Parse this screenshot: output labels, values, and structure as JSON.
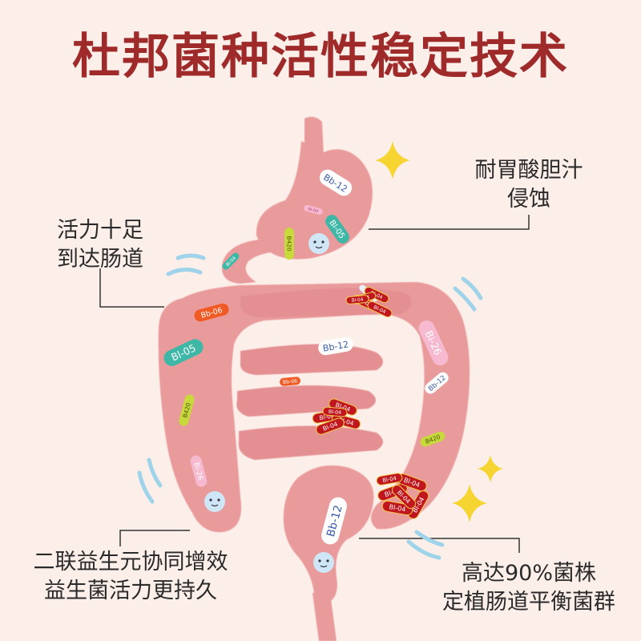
{
  "title": "杜邦菌种活性稳定技术",
  "callouts": [
    {
      "lines": [
        "耐胃酸胆汁",
        "侵蚀"
      ]
    },
    {
      "lines": [
        "活力十足",
        "到达肠道"
      ]
    },
    {
      "lines": [
        "二联益生元协同增效",
        "益生菌活力更持久"
      ]
    },
    {
      "lines": [
        "高达90%菌株",
        "定植肠道平衡菌群"
      ]
    }
  ],
  "colors": {
    "background": "#fcefea",
    "title": "#9e2a2a",
    "intestine": "#e99a9a",
    "intestine_dark": "#d97f82"
  },
  "bacteria": [
    {
      "label": "Bb-12",
      "color": "#ffffff",
      "text": "#3a5ba8"
    },
    {
      "label": "Bi-04",
      "color": "#f6b9d0",
      "text": "#b04070"
    },
    {
      "label": "Bl-05",
      "color": "#3fb7a7",
      "text": "#ffffff"
    },
    {
      "label": "B420",
      "color": "#c9d83a",
      "text": "#4a5a10"
    },
    {
      "label": "Bl-04",
      "color": "#3fb7a7",
      "text": "#ffffff"
    },
    {
      "label": "Bb-06",
      "color": "#f05a24",
      "text": "#ffffff"
    },
    {
      "label": "Bl-05",
      "color": "#e8eef6",
      "text": "#3a5ba8"
    },
    {
      "label": "Bi-26",
      "color": "#f6b9d0",
      "text": "#ffffff"
    },
    {
      "label": "Bb-12",
      "color": "#ffffff",
      "text": "#3a5ba8"
    },
    {
      "label": "Bb-06",
      "color": "#f05a24",
      "text": "#ffffff"
    },
    {
      "label": "Bl-05",
      "color": "#3fb7a7",
      "text": "#ffffff"
    },
    {
      "label": "Bb-12",
      "color": "#ffffff",
      "text": "#3a5ba8"
    },
    {
      "label": "B420",
      "color": "#c9d83a",
      "text": "#4a5a10"
    },
    {
      "label": "B420",
      "color": "#c9d83a",
      "text": "#4a5a10"
    },
    {
      "label": "Bi-26",
      "color": "#f6b9d0",
      "text": "#ffffff"
    },
    {
      "label": "Bb-12",
      "color": "#ffffff",
      "text": "#3a5ba8"
    },
    {
      "label": "Bl-04",
      "color": "#c0161e",
      "text": "#ffffff"
    },
    {
      "label": "Bl-04",
      "color": "#c0161e",
      "text": "#ffffff"
    },
    {
      "label": "Bl-04",
      "color": "#c0161e",
      "text": "#ffffff"
    },
    {
      "label": "Bl-04",
      "color": "#c0161e",
      "text": "#ffffff"
    },
    {
      "label": "Bl-04",
      "color": "#c0161e",
      "text": "#ffffff"
    },
    {
      "label": "Bl-04",
      "color": "#c0161e",
      "text": "#ffffff"
    },
    {
      "label": "Bl-04",
      "color": "#c0161e",
      "text": "#ffffff"
    },
    {
      "label": "Bl-04",
      "color": "#c0161e",
      "text": "#ffffff"
    },
    {
      "label": "Bl-04",
      "color": "#c0161e",
      "text": "#ffffff"
    },
    {
      "label": "Bl-04",
      "color": "#c0161e",
      "text": "#ffffff"
    },
    {
      "label": "Bl-04",
      "color": "#c0161e",
      "text": "#ffffff"
    },
    {
      "label": "Bl-04",
      "color": "#c0161e",
      "text": "#ffffff"
    },
    {
      "label": "Bl-04",
      "color": "#c0161e",
      "text": "#ffffff"
    },
    {
      "label": "Bl-04",
      "color": "#c0161e",
      "text": "#ffffff"
    },
    {
      "label": "Bl-04",
      "color": "#c0161e",
      "text": "#ffffff"
    },
    {
      "label": "Bl-04",
      "color": "#c0161e",
      "text": "#ffffff"
    }
  ]
}
